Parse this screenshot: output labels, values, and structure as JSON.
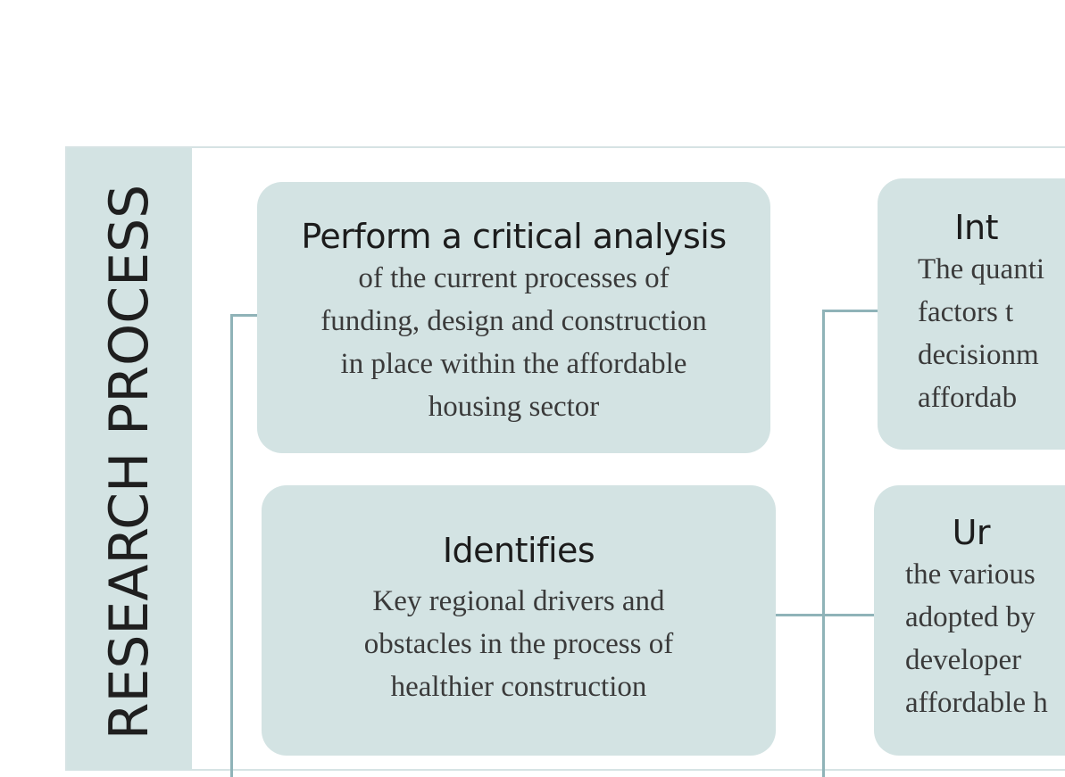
{
  "sidebar": {
    "title": "RESEARCH PROCESS"
  },
  "boxes": {
    "analysis": {
      "title": "Perform a critical analysis",
      "body": "of the current processes of\nfunding, design and construction\nin place within the affordable\nhousing sector"
    },
    "identifies": {
      "title": "Identifies",
      "body": "Key regional drivers and\nobstacles in the process of\nhealthier construction"
    },
    "right_top": {
      "title": "Int",
      "body": "The quanti\nfactors t\ndecisionm\naffordab"
    },
    "right_bottom": {
      "title": "Ur",
      "body": "the various\nadopted by\ndeveloper\naffordable h"
    }
  },
  "colors": {
    "panel": "#d3e3e3",
    "connector": "#8fb3b8",
    "frame": "#d6e3e4"
  }
}
